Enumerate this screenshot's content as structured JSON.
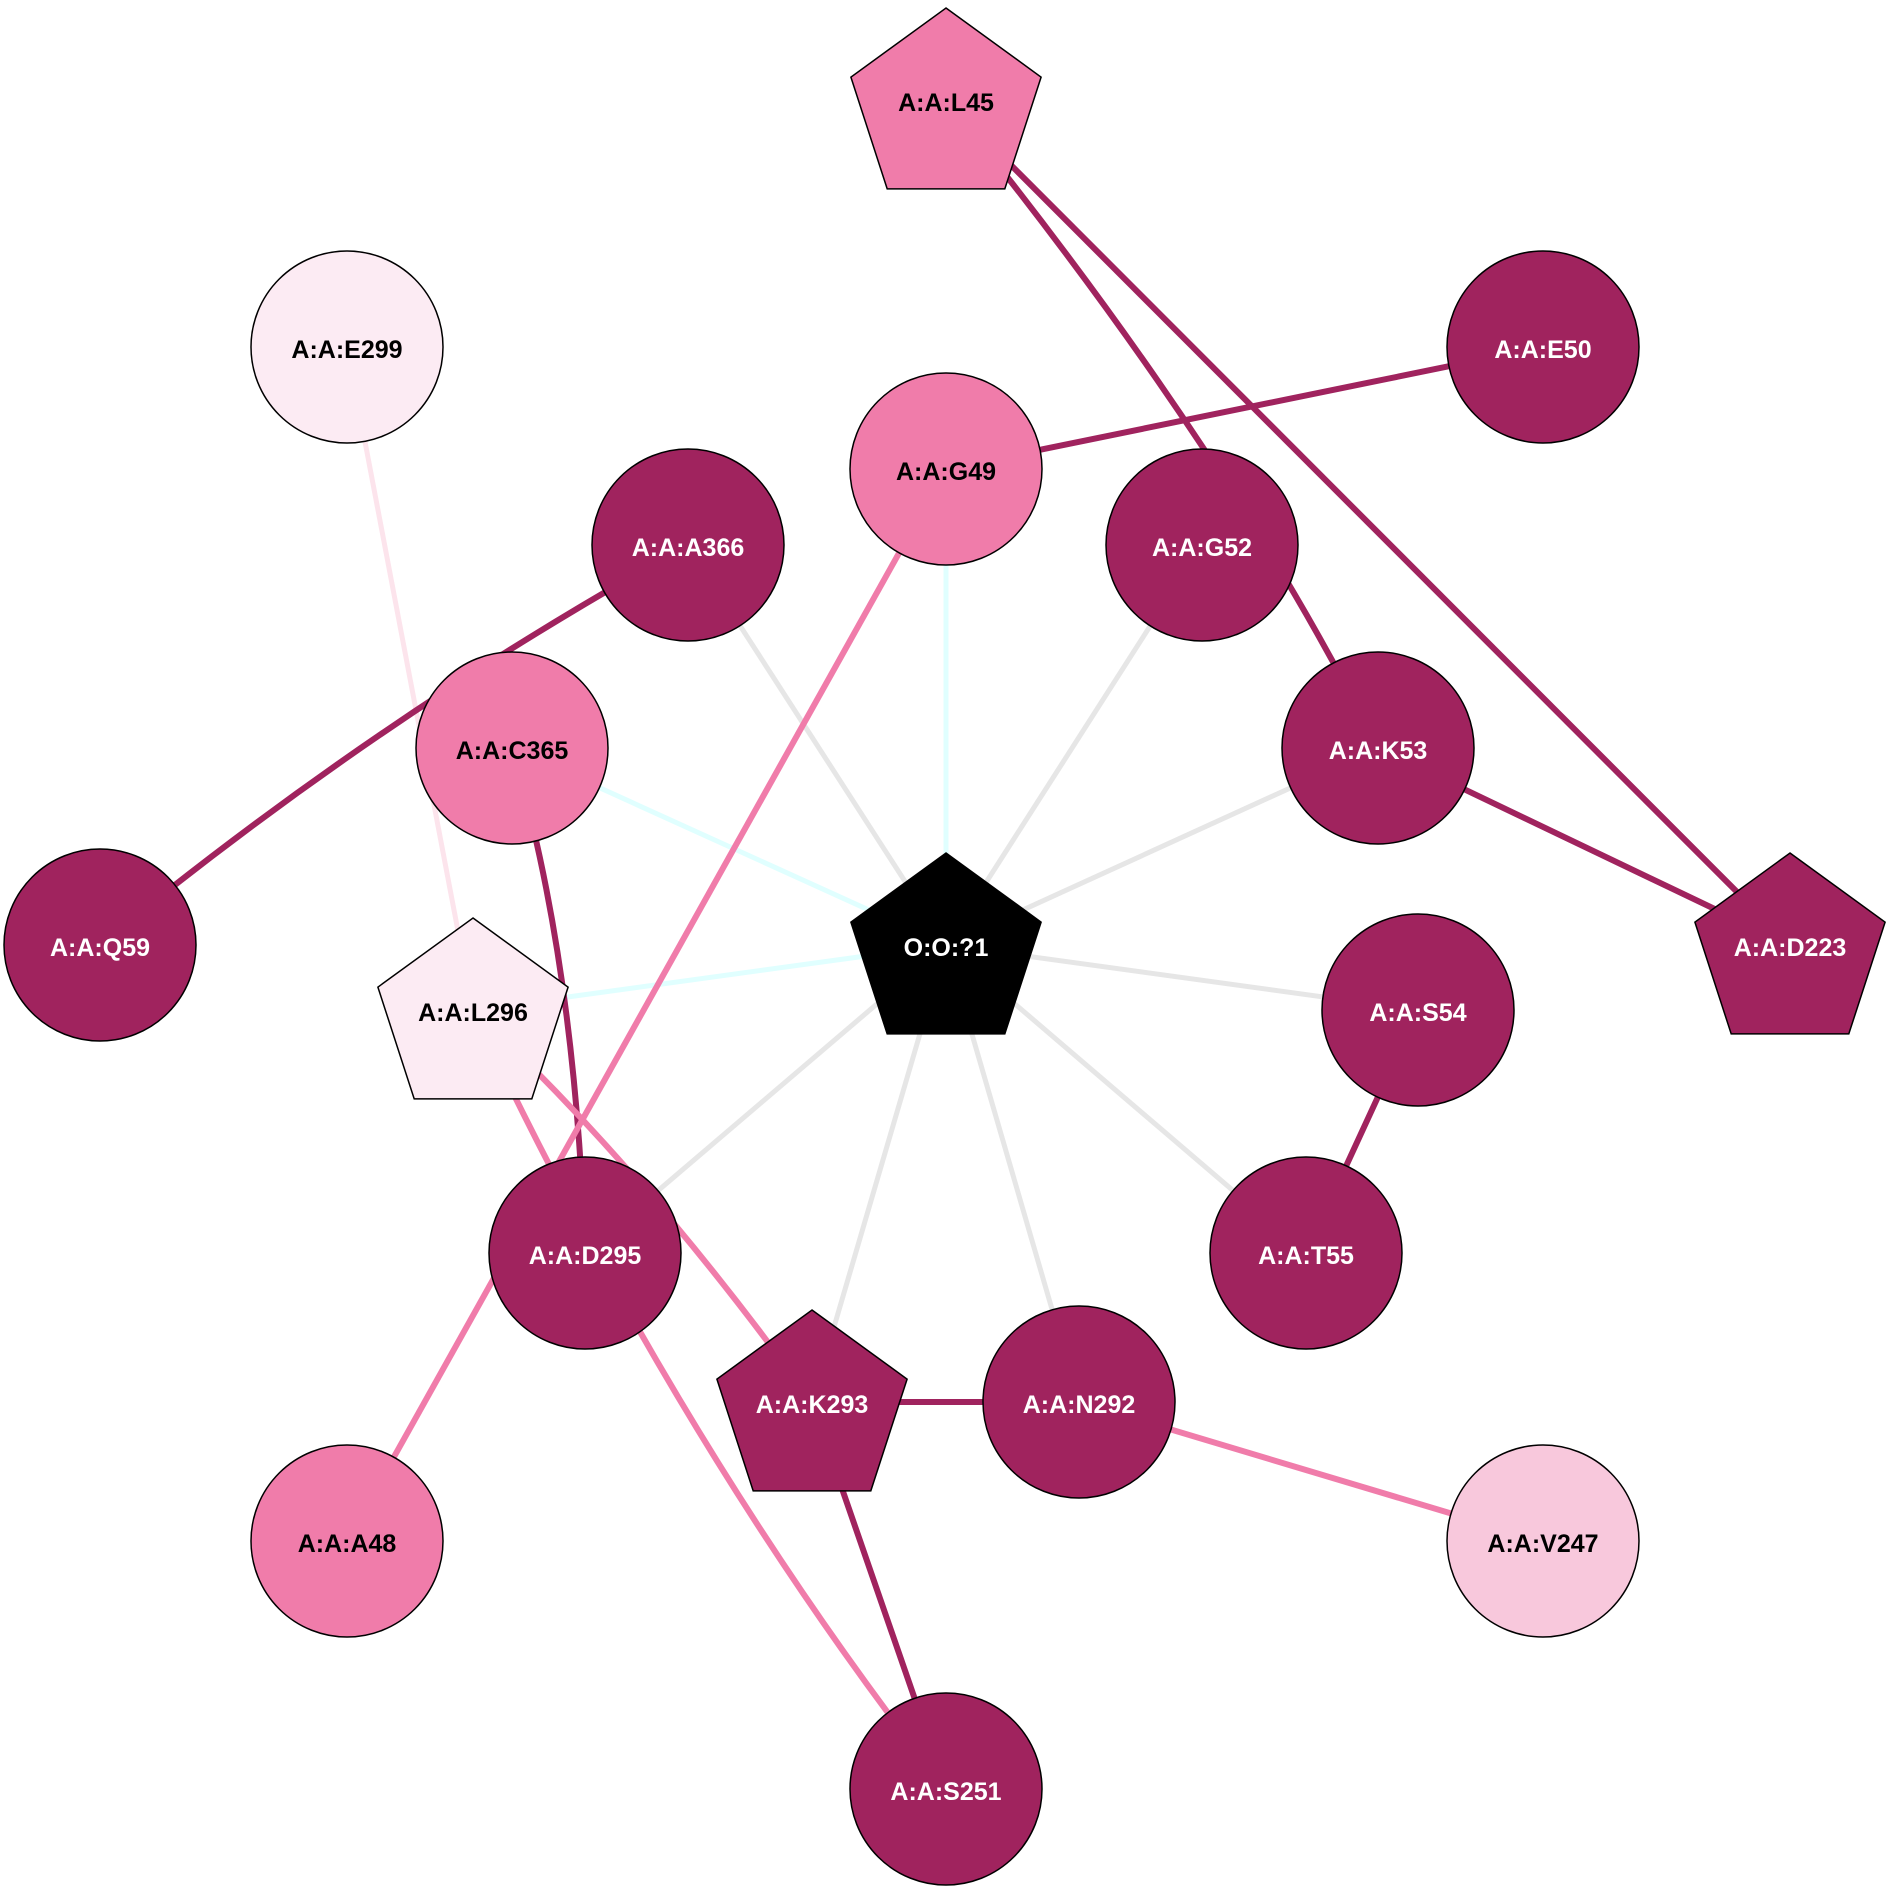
{
  "colors": {
    "dark": "#A0235E",
    "medium": "#F07CAA",
    "light": "#F8C8DC",
    "pale": "#FCEBF3",
    "center": "#000000",
    "edge_gray": "#E6E6E6",
    "edge_cyan": "#E0FFFF",
    "edge_pale": "#FCE4EC"
  },
  "nodes": [
    {
      "id": "L45",
      "label": "A:A:L45",
      "shape": "pentagon",
      "fill": "medium"
    },
    {
      "id": "E299",
      "label": "A:A:E299",
      "shape": "circle",
      "fill": "pale"
    },
    {
      "id": "E50",
      "label": "A:A:E50",
      "shape": "circle",
      "fill": "dark"
    },
    {
      "id": "G49",
      "label": "A:A:G49",
      "shape": "circle",
      "fill": "medium"
    },
    {
      "id": "A366",
      "label": "A:A:A366",
      "shape": "circle",
      "fill": "dark"
    },
    {
      "id": "G52",
      "label": "A:A:G52",
      "shape": "circle",
      "fill": "dark"
    },
    {
      "id": "C365",
      "label": "A:A:C365",
      "shape": "circle",
      "fill": "medium"
    },
    {
      "id": "K53",
      "label": "A:A:K53",
      "shape": "circle",
      "fill": "dark"
    },
    {
      "id": "Q59",
      "label": "A:A:Q59",
      "shape": "circle",
      "fill": "dark"
    },
    {
      "id": "O1",
      "label": "O:O:?1",
      "shape": "pentagon",
      "fill": "center"
    },
    {
      "id": "D223",
      "label": "A:A:D223",
      "shape": "pentagon",
      "fill": "dark"
    },
    {
      "id": "L296",
      "label": "A:A:L296",
      "shape": "pentagon",
      "fill": "pale"
    },
    {
      "id": "S54",
      "label": "A:A:S54",
      "shape": "circle",
      "fill": "dark"
    },
    {
      "id": "D295",
      "label": "A:A:D295",
      "shape": "circle",
      "fill": "dark"
    },
    {
      "id": "T55",
      "label": "A:A:T55",
      "shape": "circle",
      "fill": "dark"
    },
    {
      "id": "K293",
      "label": "A:A:K293",
      "shape": "pentagon",
      "fill": "dark"
    },
    {
      "id": "N292",
      "label": "A:A:N292",
      "shape": "circle",
      "fill": "dark"
    },
    {
      "id": "A48",
      "label": "A:A:A48",
      "shape": "circle",
      "fill": "medium"
    },
    {
      "id": "V247",
      "label": "A:A:V247",
      "shape": "circle",
      "fill": "light"
    },
    {
      "id": "S251",
      "label": "A:A:S251",
      "shape": "circle",
      "fill": "dark"
    }
  ],
  "edges": [
    {
      "from": "O1",
      "to": "A366",
      "color": "edge_gray"
    },
    {
      "from": "O1",
      "to": "G52",
      "color": "edge_gray"
    },
    {
      "from": "O1",
      "to": "K53",
      "color": "edge_gray"
    },
    {
      "from": "O1",
      "to": "S54",
      "color": "edge_gray"
    },
    {
      "from": "O1",
      "to": "T55",
      "color": "edge_gray"
    },
    {
      "from": "O1",
      "to": "N292",
      "color": "edge_gray"
    },
    {
      "from": "O1",
      "to": "K293",
      "color": "edge_gray"
    },
    {
      "from": "O1",
      "to": "D295",
      "color": "edge_gray"
    },
    {
      "from": "O1",
      "to": "G49",
      "color": "edge_cyan"
    },
    {
      "from": "O1",
      "to": "C365",
      "color": "edge_cyan"
    },
    {
      "from": "O1",
      "to": "L296",
      "color": "edge_cyan"
    },
    {
      "from": "E299",
      "to": "L296",
      "color": "edge_pale"
    },
    {
      "from": "G49",
      "to": "E50",
      "color": "dark"
    },
    {
      "from": "L45",
      "to": "D223",
      "color": "dark"
    },
    {
      "from": "L45",
      "to": "K53",
      "color": "dark",
      "curve": true
    },
    {
      "from": "K53",
      "to": "D223",
      "color": "dark"
    },
    {
      "from": "A366",
      "to": "Q59",
      "color": "dark",
      "curve": true
    },
    {
      "from": "C365",
      "to": "D295",
      "color": "dark",
      "curve": true
    },
    {
      "from": "S54",
      "to": "T55",
      "color": "dark"
    },
    {
      "from": "K293",
      "to": "N292",
      "color": "dark"
    },
    {
      "from": "K293",
      "to": "S251",
      "color": "dark"
    },
    {
      "from": "G49",
      "to": "A48",
      "color": "medium"
    },
    {
      "from": "L296",
      "to": "K293",
      "color": "medium",
      "curve": true
    },
    {
      "from": "L296",
      "to": "S251",
      "color": "medium",
      "curve": true
    },
    {
      "from": "N292",
      "to": "V247",
      "color": "medium"
    }
  ]
}
